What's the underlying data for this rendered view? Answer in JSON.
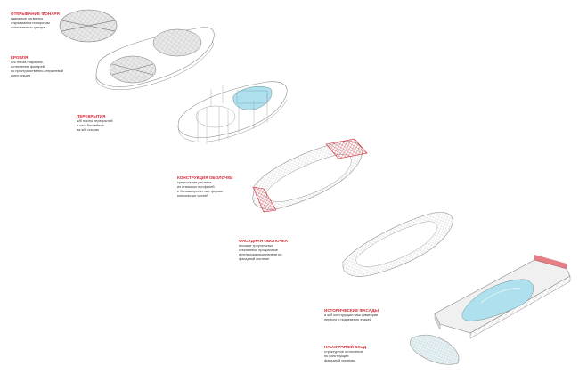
{
  "colors": {
    "accent": "#d42a35",
    "water": "#aee0ee",
    "glass": "#e6f3f6",
    "line": "#8a8a8a",
    "text": "#333333"
  },
  "layers": [
    {
      "id": "lantern",
      "title": "ОТКРЫВАНИЕ ФОНАРЯ",
      "lines": [
        "сдвижные сегменты",
        "открываются поворотом",
        "относительно центра"
      ]
    },
    {
      "id": "roof",
      "title": "КРОВЛЯ",
      "lines": [
        "ж/б плита покрытия,",
        "остекление фонарей",
        "по пространственно-стержневой",
        "конструкции"
      ]
    },
    {
      "id": "slab",
      "title": "ПЕРЕКРЫТИЯ",
      "lines": [
        "ж/б плиты перекрытий",
        "и чаш бассейнов",
        "на ж/б опорах"
      ]
    },
    {
      "id": "shell",
      "title": "КОНСТРУКЦИЯ ОБОЛОЧКИ",
      "lines": [
        "треугольная решетка",
        "из стальных профилей",
        "и большепролетные фермы",
        "консольных частей"
      ]
    },
    {
      "id": "facade",
      "title": "ФАСАДНАЯ ОБОЛОЧКА",
      "lines": [
        "плоские треугольные",
        "стеклянные прозрачные",
        "и непрозрачные панели по",
        "фасадной системе"
      ]
    },
    {
      "id": "hist",
      "title": "ИСТОРИЧЕСКИЕ ФАСАДЫ",
      "lines": [
        "и ж/б конструкции чаш акватории",
        "первого и подземного этажей"
      ]
    },
    {
      "id": "entry",
      "title": "ПРОЗРАЧНЫЙ ВХОД",
      "lines": [
        "структурное остекление",
        "по конструкции",
        "фасадной системы"
      ]
    }
  ]
}
